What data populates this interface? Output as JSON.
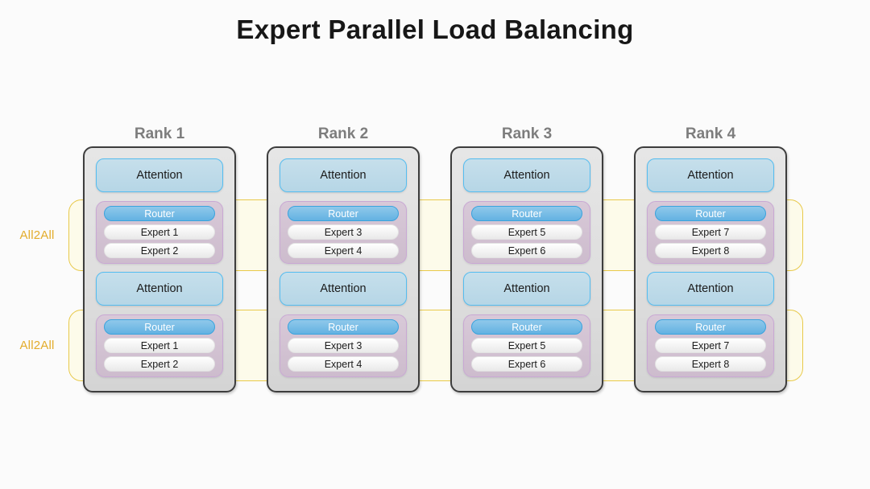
{
  "title": "Expert Parallel Load Balancing",
  "colors": {
    "background": "#fbfbfb",
    "title_text": "#171717",
    "rank_label": "#7d7d7d",
    "card_fill": "#e0e0e0",
    "card_border": "#3d3d3d",
    "attention_fill": "#b8d9e8",
    "attention_border": "#55bdf0",
    "moe_fill": "#d3c2d3",
    "moe_border": "#c9a8d4",
    "router_fill": "#6fb9e5",
    "router_text": "#ffffff",
    "expert_fill": "#f4f4f4",
    "all2all_band_fill": "#fdfbea",
    "all2all_band_border": "#e8c94a",
    "all2all_label": "#e3ac2b"
  },
  "all2all_bands": [
    {
      "label": "All2All"
    },
    {
      "label": "All2All"
    }
  ],
  "layer_labels": {
    "attention": "Attention",
    "router": "Router"
  },
  "ranks": [
    {
      "label": "Rank 1",
      "layers": [
        {
          "attention": "Attention",
          "router": "Router",
          "experts": [
            "Expert 1",
            "Expert 2"
          ]
        },
        {
          "attention": "Attention",
          "router": "Router",
          "experts": [
            "Expert 1",
            "Expert 2"
          ]
        }
      ]
    },
    {
      "label": "Rank 2",
      "layers": [
        {
          "attention": "Attention",
          "router": "Router",
          "experts": [
            "Expert 3",
            "Expert 4"
          ]
        },
        {
          "attention": "Attention",
          "router": "Router",
          "experts": [
            "Expert 3",
            "Expert 4"
          ]
        }
      ]
    },
    {
      "label": "Rank 3",
      "layers": [
        {
          "attention": "Attention",
          "router": "Router",
          "experts": [
            "Expert 5",
            "Expert 6"
          ]
        },
        {
          "attention": "Attention",
          "router": "Router",
          "experts": [
            "Expert 5",
            "Expert 6"
          ]
        }
      ]
    },
    {
      "label": "Rank 4",
      "layers": [
        {
          "attention": "Attention",
          "router": "Router",
          "experts": [
            "Expert 7",
            "Expert 8"
          ]
        },
        {
          "attention": "Attention",
          "router": "Router",
          "experts": [
            "Expert 7",
            "Expert 8"
          ]
        }
      ]
    }
  ]
}
